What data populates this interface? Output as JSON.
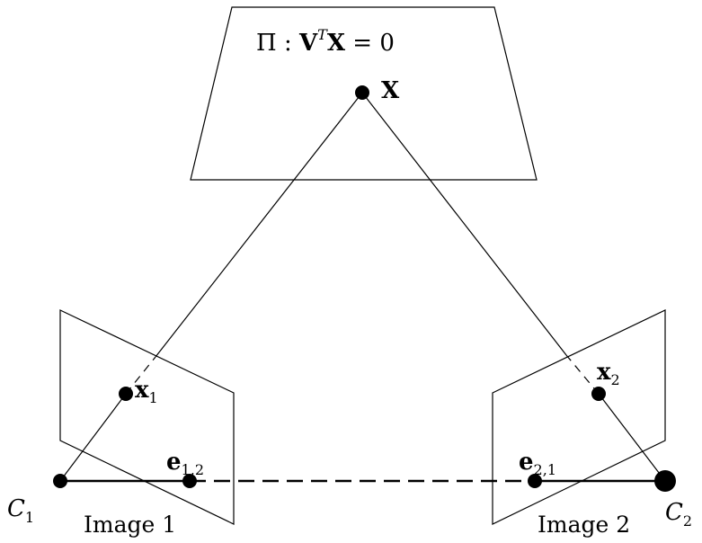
{
  "plane": {
    "pi": "Π",
    "colon": " : ",
    "v": "V",
    "t": "T",
    "x": "X",
    "eq": " = 0"
  },
  "world_point": {
    "label": "X"
  },
  "camera1": {
    "center_label": "C",
    "center_sub": "1",
    "image_label": "Image 1",
    "point_label": "x",
    "point_sub": "1",
    "epipole_label": "e",
    "epipole_sub": "1,2"
  },
  "camera2": {
    "center_label": "C",
    "center_sub": "2",
    "image_label": "Image 2",
    "point_label": "x",
    "point_sub": "2",
    "epipole_label": "e",
    "epipole_sub": "2,1"
  }
}
